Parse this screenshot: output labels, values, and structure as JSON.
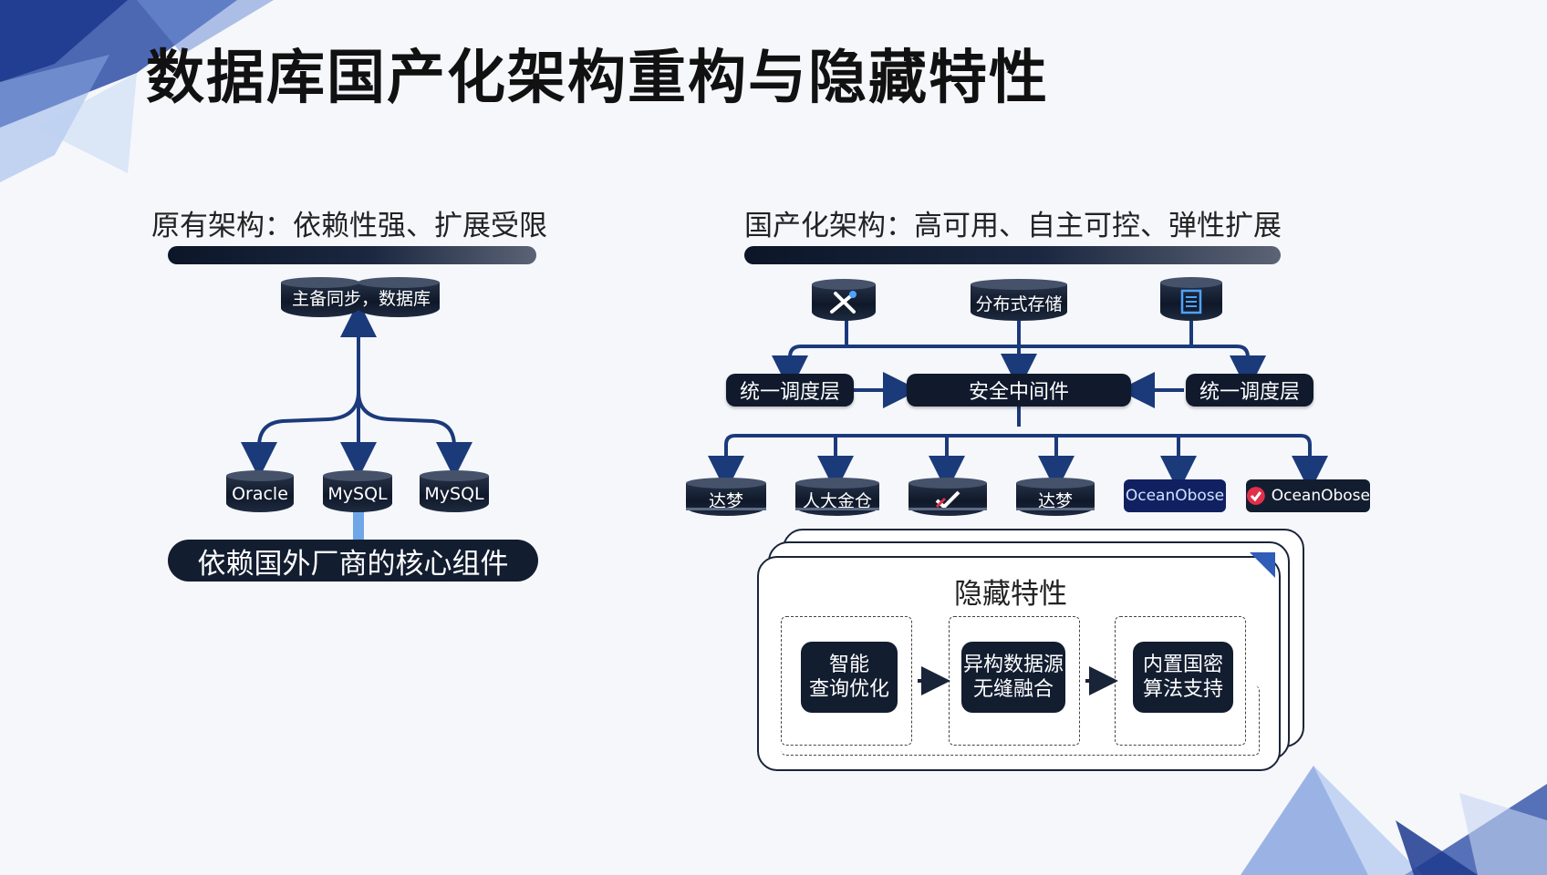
{
  "title": "数据库国产化架构重构与隐藏特性",
  "left": {
    "heading": "原有架构：依赖性强、扩展受限",
    "top_db": "主备同步，数据库",
    "dbs": [
      "Oracle",
      "MySQL",
      "MySQL"
    ],
    "footer": "依赖国外厂商的核心组件"
  },
  "right": {
    "heading": "国产化架构：高可用、自主可控、弹性扩展",
    "top_db_center": "分布式存储",
    "scheduler_left": "统一调度层",
    "middleware": "安全中间件",
    "scheduler_right": "统一调度层",
    "bottom_dbs": [
      "达梦",
      "人大金仓",
      "",
      "达梦",
      "OceanObose",
      "OceanObose"
    ],
    "hidden": {
      "title": "隐藏特性",
      "features": [
        [
          "智能",
          "查询优化"
        ],
        [
          "异构数据源",
          "无缝融合"
        ],
        [
          "内置国密",
          "算法支持"
        ]
      ]
    }
  },
  "colors": {
    "dark": "#101a2c",
    "line": "#1b3a7a",
    "accent": "#2f5db8"
  }
}
